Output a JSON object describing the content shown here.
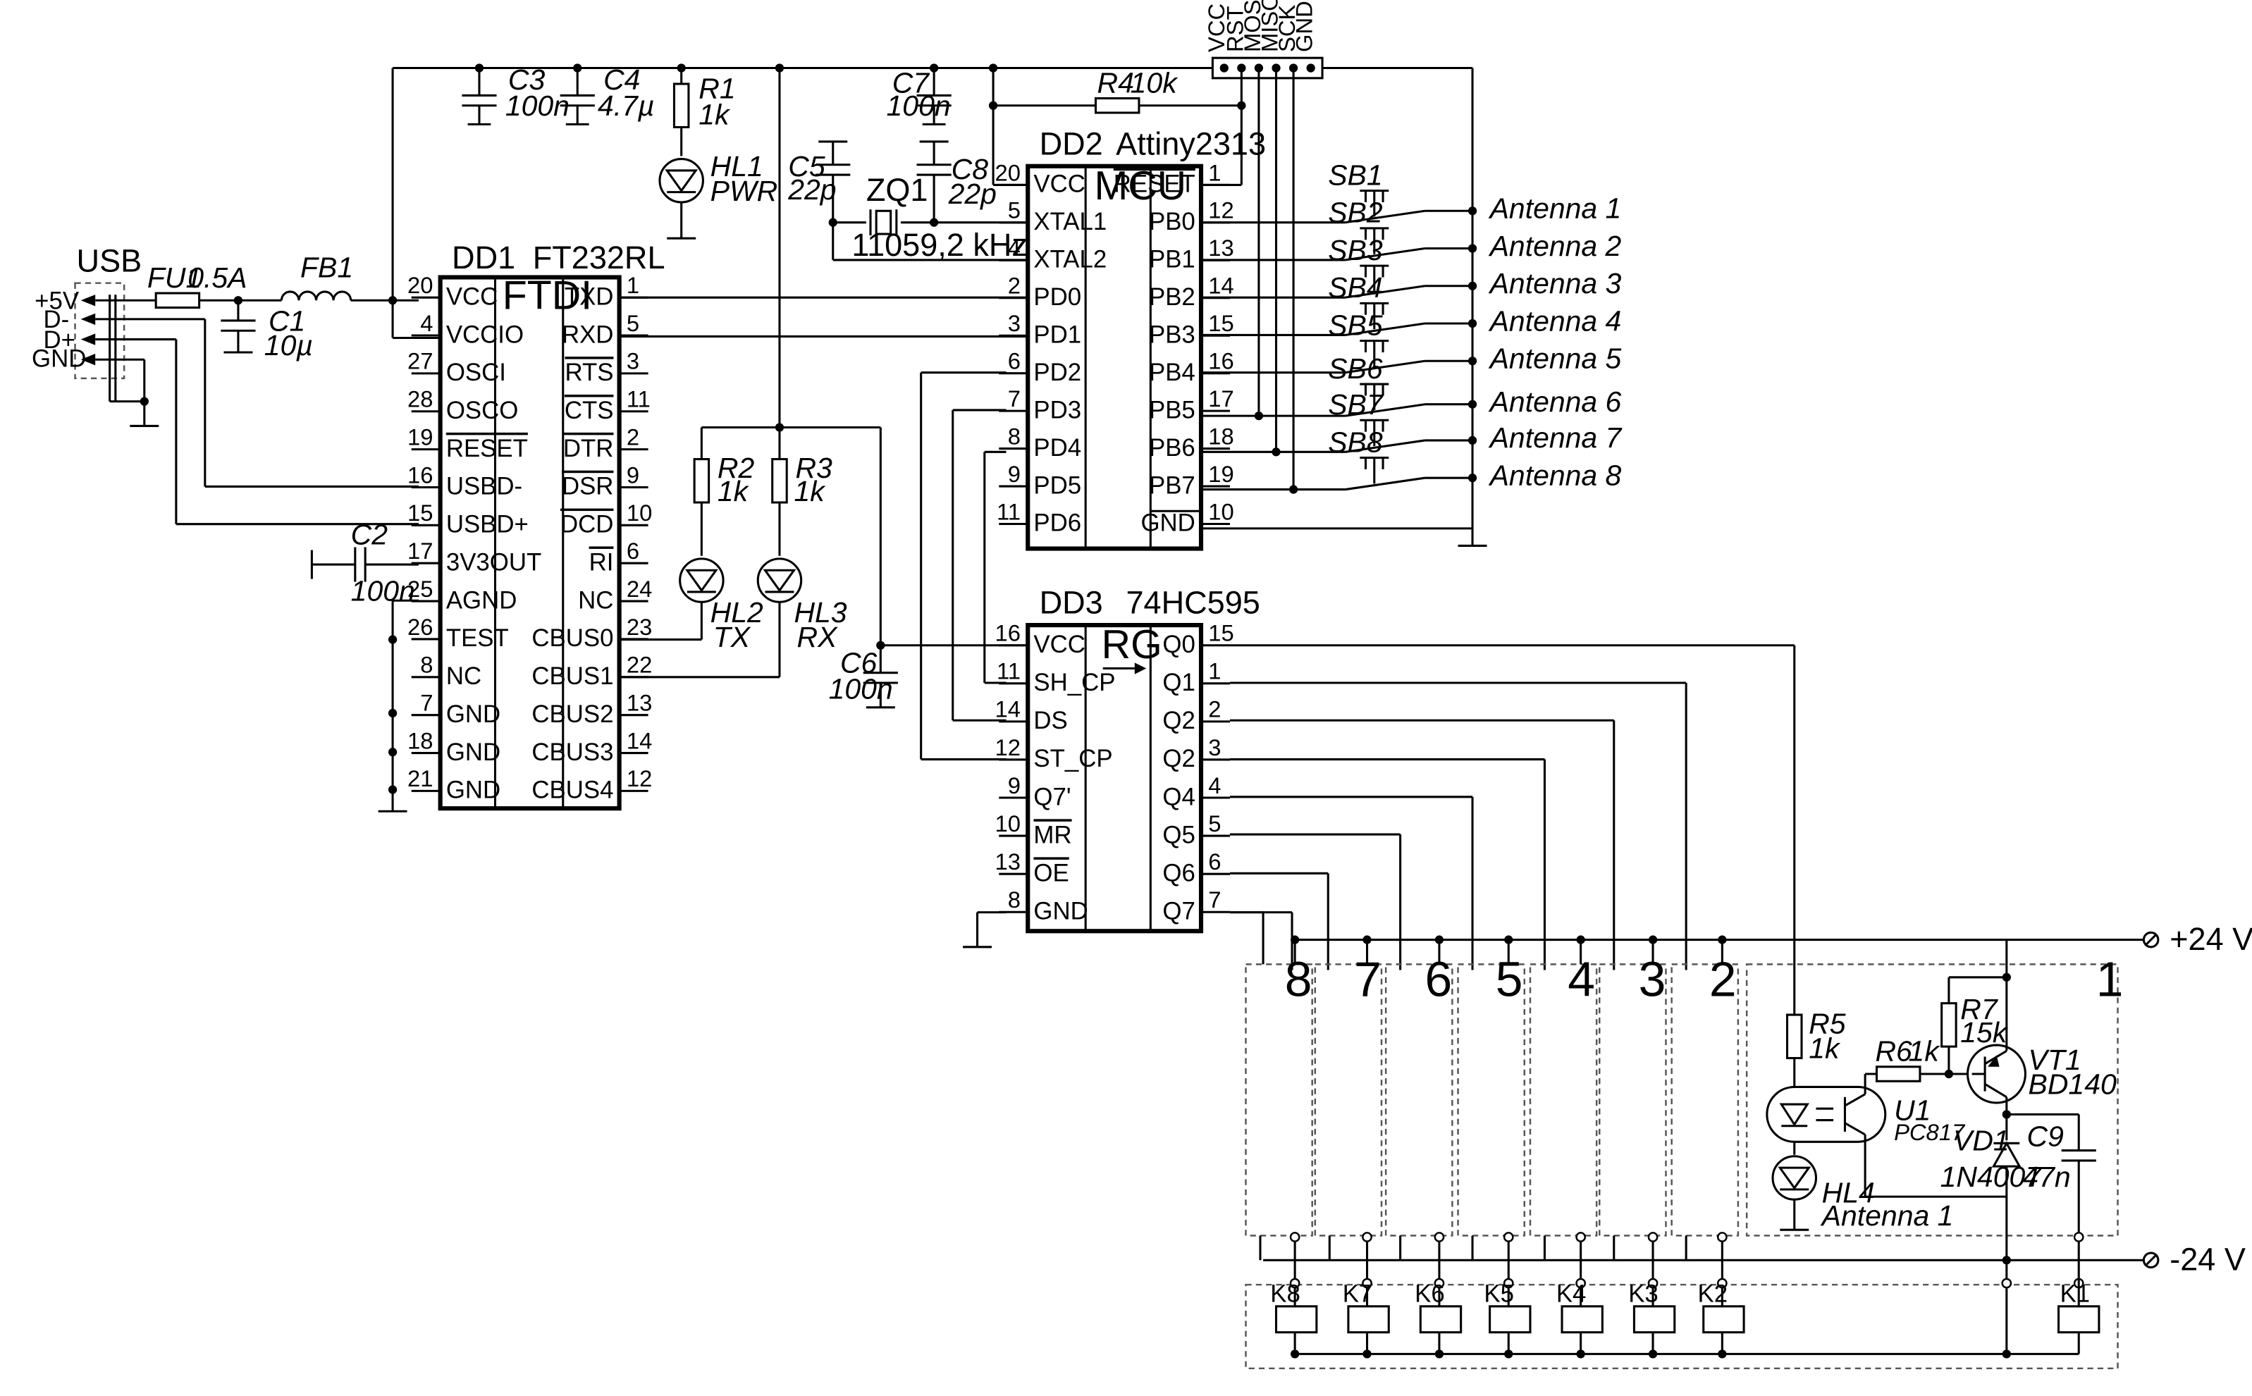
{
  "usb": {
    "title": "USB",
    "pins": [
      "+5V",
      "D-",
      "D+",
      "GND"
    ]
  },
  "fuse": {
    "ref": "FU1",
    "value": "0.5A"
  },
  "ferrite": {
    "ref": "FB1"
  },
  "caps": {
    "C1": {
      "ref": "C1",
      "value": "10µ"
    },
    "C2": {
      "ref": "C2",
      "value": "100n"
    },
    "C3": {
      "ref": "C3",
      "value": "100n"
    },
    "C4": {
      "ref": "C4",
      "value": "4.7µ"
    },
    "C5": {
      "ref": "C5",
      "value": "22p"
    },
    "C6": {
      "ref": "C6",
      "value": "100n"
    },
    "C7": {
      "ref": "C7",
      "value": "100n"
    },
    "C8": {
      "ref": "C8",
      "value": "22p"
    },
    "C9": {
      "ref": "C9",
      "value": "47n"
    }
  },
  "resistors": {
    "R1": {
      "ref": "R1",
      "value": "1k"
    },
    "R2": {
      "ref": "R2",
      "value": "1k"
    },
    "R3": {
      "ref": "R3",
      "value": "1k"
    },
    "R4": {
      "ref": "R4",
      "value": "10k"
    },
    "R5": {
      "ref": "R5",
      "value": "1k"
    },
    "R6": {
      "ref": "R6",
      "value": "1k"
    },
    "R7": {
      "ref": "R7",
      "value": "15k"
    }
  },
  "leds": {
    "HL1": {
      "ref": "HL1",
      "label": "PWR"
    },
    "HL2": {
      "ref": "HL2",
      "label": "TX"
    },
    "HL3": {
      "ref": "HL3",
      "label": "RX"
    },
    "HL4": {
      "ref": "HL4",
      "label": "Antenna 1"
    }
  },
  "crystal": {
    "ref": "ZQ1",
    "value": "11059,2 kHz"
  },
  "isp_header": [
    "VCC",
    "RST",
    "MOSI",
    "MISO",
    "SCK",
    "GND"
  ],
  "dd1": {
    "ref": "DD1",
    "part": "FT232RL",
    "func": "FTDI",
    "left": [
      [
        "20",
        "VCC"
      ],
      [
        "4",
        "VCCIO"
      ],
      [
        "27",
        "OSCI"
      ],
      [
        "28",
        "OSCO"
      ],
      [
        "19",
        "RESET"
      ],
      [
        "16",
        "USBD-"
      ],
      [
        "15",
        "USBD+"
      ],
      [
        "17",
        "3V3OUT"
      ],
      [
        "25",
        "AGND"
      ],
      [
        "26",
        "TEST"
      ],
      [
        "8",
        "NC"
      ],
      [
        "7",
        "GND"
      ],
      [
        "18",
        "GND"
      ],
      [
        "21",
        "GND"
      ]
    ],
    "right": [
      [
        "1",
        "TXD"
      ],
      [
        "5",
        "RXD"
      ],
      [
        "3",
        "RTS"
      ],
      [
        "11",
        "CTS"
      ],
      [
        "2",
        "DTR"
      ],
      [
        "9",
        "DSR"
      ],
      [
        "10",
        "DCD"
      ],
      [
        "6",
        "RI"
      ],
      [
        "24",
        "NC"
      ],
      [
        "23",
        "CBUS0"
      ],
      [
        "22",
        "CBUS1"
      ],
      [
        "13",
        "CBUS2"
      ],
      [
        "14",
        "CBUS3"
      ],
      [
        "12",
        "CBUS4"
      ]
    ]
  },
  "dd2": {
    "ref": "DD2",
    "part": "Attiny2313",
    "func": "MCU",
    "left": [
      [
        "20",
        "VCC"
      ],
      [
        "5",
        "XTAL1"
      ],
      [
        "4",
        "XTAL2"
      ],
      [
        "2",
        "PD0"
      ],
      [
        "3",
        "PD1"
      ],
      [
        "6",
        "PD2"
      ],
      [
        "7",
        "PD3"
      ],
      [
        "8",
        "PD4"
      ],
      [
        "9",
        "PD5"
      ],
      [
        "11",
        "PD6"
      ]
    ],
    "right": [
      [
        "1",
        "RESET"
      ],
      [
        "12",
        "PB0"
      ],
      [
        "13",
        "PB1"
      ],
      [
        "14",
        "PB2"
      ],
      [
        "15",
        "PB3"
      ],
      [
        "16",
        "PB4"
      ],
      [
        "17",
        "PB5"
      ],
      [
        "18",
        "PB6"
      ],
      [
        "19",
        "PB7"
      ],
      [
        "10",
        "GND"
      ]
    ]
  },
  "dd3": {
    "ref": "DD3",
    "part": "74HC595",
    "func": "RG",
    "left": [
      [
        "16",
        "VCC"
      ],
      [
        "11",
        "SH_CP"
      ],
      [
        "14",
        "DS"
      ],
      [
        "12",
        "ST_CP"
      ],
      [
        "9",
        "Q7'"
      ],
      [
        "10",
        "MR"
      ],
      [
        "13",
        "OE"
      ],
      [
        "8",
        "GND"
      ]
    ],
    "right": [
      [
        "15",
        "Q0"
      ],
      [
        "1",
        "Q1"
      ],
      [
        "2",
        "Q2"
      ],
      [
        "3",
        "Q2"
      ],
      [
        "4",
        "Q4"
      ],
      [
        "5",
        "Q5"
      ],
      [
        "6",
        "Q6"
      ],
      [
        "7",
        "Q7"
      ]
    ]
  },
  "buttons": [
    "SB1",
    "SB2",
    "SB3",
    "SB4",
    "SB5",
    "SB6",
    "SB7",
    "SB8"
  ],
  "antennas": [
    "Antenna 1",
    "Antenna 2",
    "Antenna 3",
    "Antenna 4",
    "Antenna 5",
    "Antenna 6",
    "Antenna 7",
    "Antenna 8"
  ],
  "power": {
    "plus": "+24 V",
    "minus": "-24 V"
  },
  "channel_numbers": [
    "8",
    "7",
    "6",
    "5",
    "4",
    "3",
    "2",
    "1"
  ],
  "driver": {
    "U1": {
      "ref": "U1",
      "part": "PC817"
    },
    "VT1": {
      "ref": "VT1",
      "part": "BD140"
    },
    "VD1": {
      "ref": "VD1",
      "part": "1N4007"
    }
  },
  "relays": [
    "K8",
    "K7",
    "K6",
    "K5",
    "K4",
    "K3",
    "K2",
    "K1"
  ]
}
